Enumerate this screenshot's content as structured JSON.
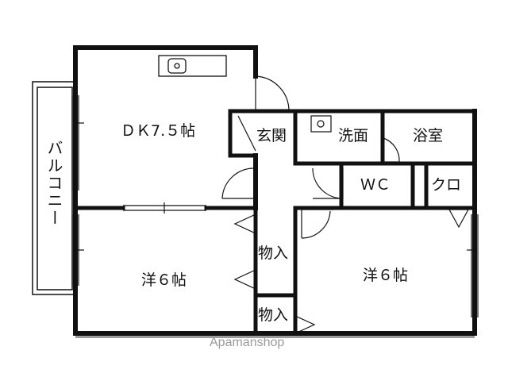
{
  "rooms": {
    "dk": "ＤＫ7.５帖",
    "entrance": "玄関",
    "washroom": "洗面",
    "bathroom": "浴室",
    "wc": "ＷＣ",
    "closet": "クロ",
    "balcony": "バルコニー",
    "storage_upper": "物入",
    "storage_lower": "物入",
    "western_left": "洋６帖",
    "western_right": "洋６帖"
  },
  "watermark": "Apamanshop"
}
